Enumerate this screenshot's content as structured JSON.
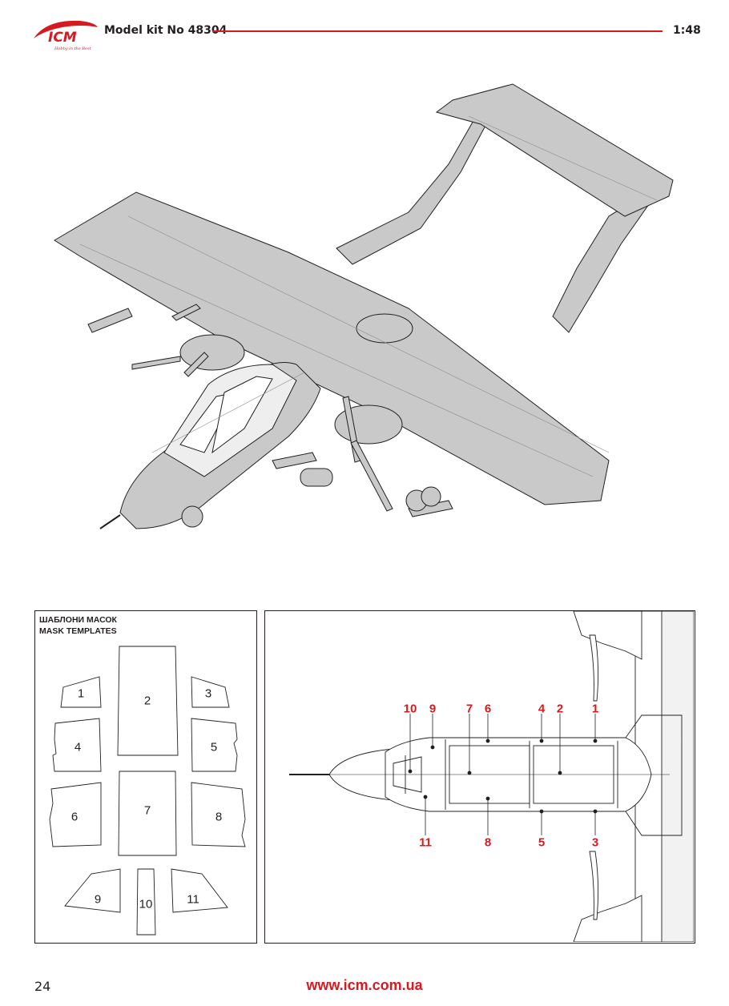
{
  "header": {
    "brand": "ICM",
    "slogan": "Hobby in the Best",
    "kit_title": "Model kit No 48304",
    "scale": "1:48"
  },
  "mask_templates": {
    "title_ua": "ШАБЛОНИ МАСОК",
    "title_en": "MASK TEMPLATES",
    "labels": [
      "1",
      "2",
      "3",
      "4",
      "5",
      "6",
      "7",
      "8",
      "9",
      "10",
      "11"
    ]
  },
  "placement": {
    "callouts": [
      "10",
      "9",
      "7",
      "6",
      "4",
      "2",
      "1",
      "11",
      "8",
      "5",
      "3"
    ]
  },
  "footer": {
    "page_number": "24",
    "url": "www.icm.com.ua"
  },
  "colors": {
    "accent_red": "#d71920",
    "airframe_gray": "#c9c9c9",
    "line": "#231f20"
  }
}
